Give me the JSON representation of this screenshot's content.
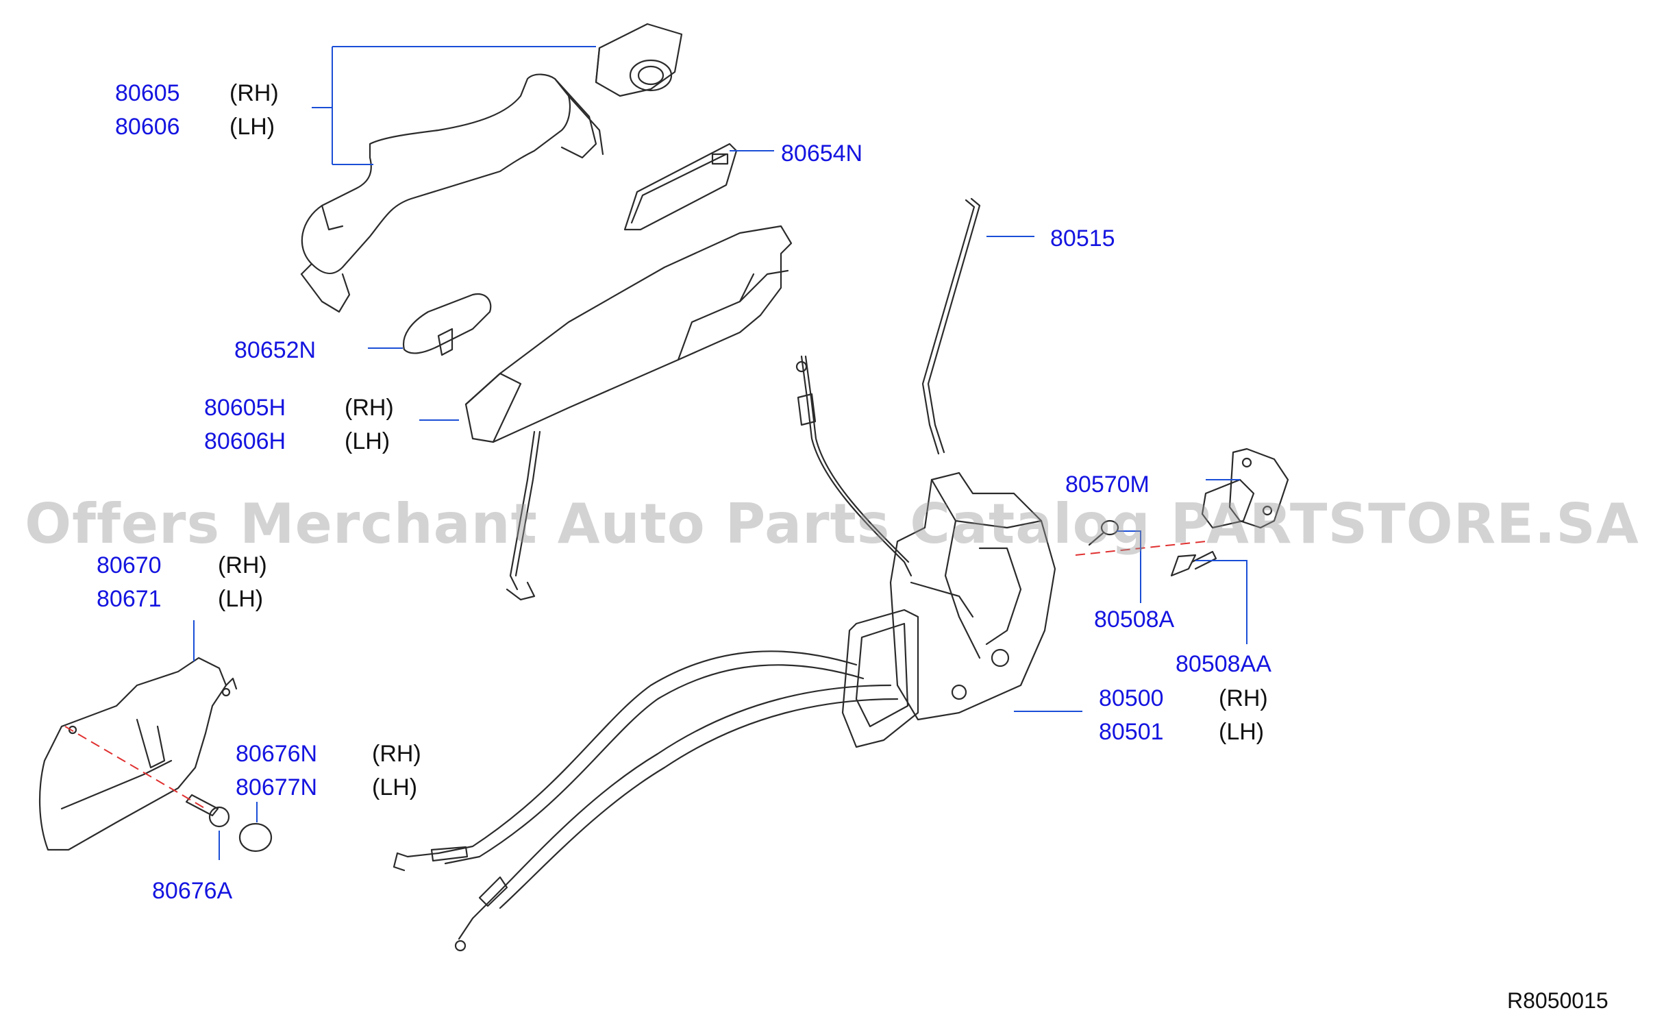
{
  "diagram": {
    "id": "R8050015",
    "watermark": "Offers Merchant Auto Parts Catalog PARTSTORE.SA",
    "callouts": [
      {
        "key": "outside_handle",
        "number": "80605",
        "side": "(RH)"
      },
      {
        "key": "outside_handle_lh",
        "number": "80606",
        "side": "(LH)"
      },
      {
        "key": "escutcheon",
        "number": "80654N",
        "side": ""
      },
      {
        "key": "rod",
        "number": "80515",
        "side": ""
      },
      {
        "key": "gasket",
        "number": "80652N",
        "side": ""
      },
      {
        "key": "handle_frame",
        "number": "80605H",
        "side": "(RH)"
      },
      {
        "key": "handle_frame_lh",
        "number": "80606H",
        "side": "(LH)"
      },
      {
        "key": "striker",
        "number": "80570M",
        "side": ""
      },
      {
        "key": "inside_handle",
        "number": "80670",
        "side": "(RH)"
      },
      {
        "key": "inside_handle_lh",
        "number": "80671",
        "side": "(LH)"
      },
      {
        "key": "screw_a",
        "number": "80508A",
        "side": ""
      },
      {
        "key": "screw_aa",
        "number": "80508AA",
        "side": ""
      },
      {
        "key": "lock_assembly",
        "number": "80500",
        "side": "(RH)"
      },
      {
        "key": "lock_assembly_lh",
        "number": "80501",
        "side": "(LH)"
      },
      {
        "key": "cap",
        "number": "80676N",
        "side": "(RH)"
      },
      {
        "key": "cap_lh",
        "number": "80677N",
        "side": "(LH)"
      },
      {
        "key": "bolt",
        "number": "80676A",
        "side": ""
      }
    ]
  },
  "colors": {
    "part_number": "#1414e0",
    "leader_line": "#1a4ed6",
    "center_line": "#e03030",
    "outline": "#2b2b2b"
  }
}
